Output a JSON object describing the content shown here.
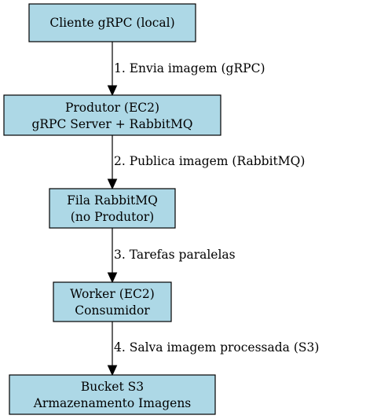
{
  "colors": {
    "node_fill": "#add8e6",
    "stroke": "#000000",
    "background": "#ffffff"
  },
  "nodes": [
    {
      "id": "cliente",
      "lines": [
        "Cliente gRPC (local)"
      ]
    },
    {
      "id": "produtor",
      "lines": [
        "Produtor (EC2)",
        "gRPC Server + RabbitMQ"
      ]
    },
    {
      "id": "fila",
      "lines": [
        "Fila RabbitMQ",
        "(no Produtor)"
      ]
    },
    {
      "id": "worker",
      "lines": [
        "Worker (EC2)",
        "Consumidor"
      ]
    },
    {
      "id": "bucket",
      "lines": [
        "Bucket S3",
        "Armazenamento Imagens"
      ]
    }
  ],
  "edges": [
    {
      "from": "cliente",
      "to": "produtor",
      "label": "1. Envia imagem (gRPC)"
    },
    {
      "from": "produtor",
      "to": "fila",
      "label": "2. Publica imagem (RabbitMQ)"
    },
    {
      "from": "fila",
      "to": "worker",
      "label": "3. Tarefas paralelas"
    },
    {
      "from": "worker",
      "to": "bucket",
      "label": "4. Salva imagem processada (S3)"
    }
  ]
}
